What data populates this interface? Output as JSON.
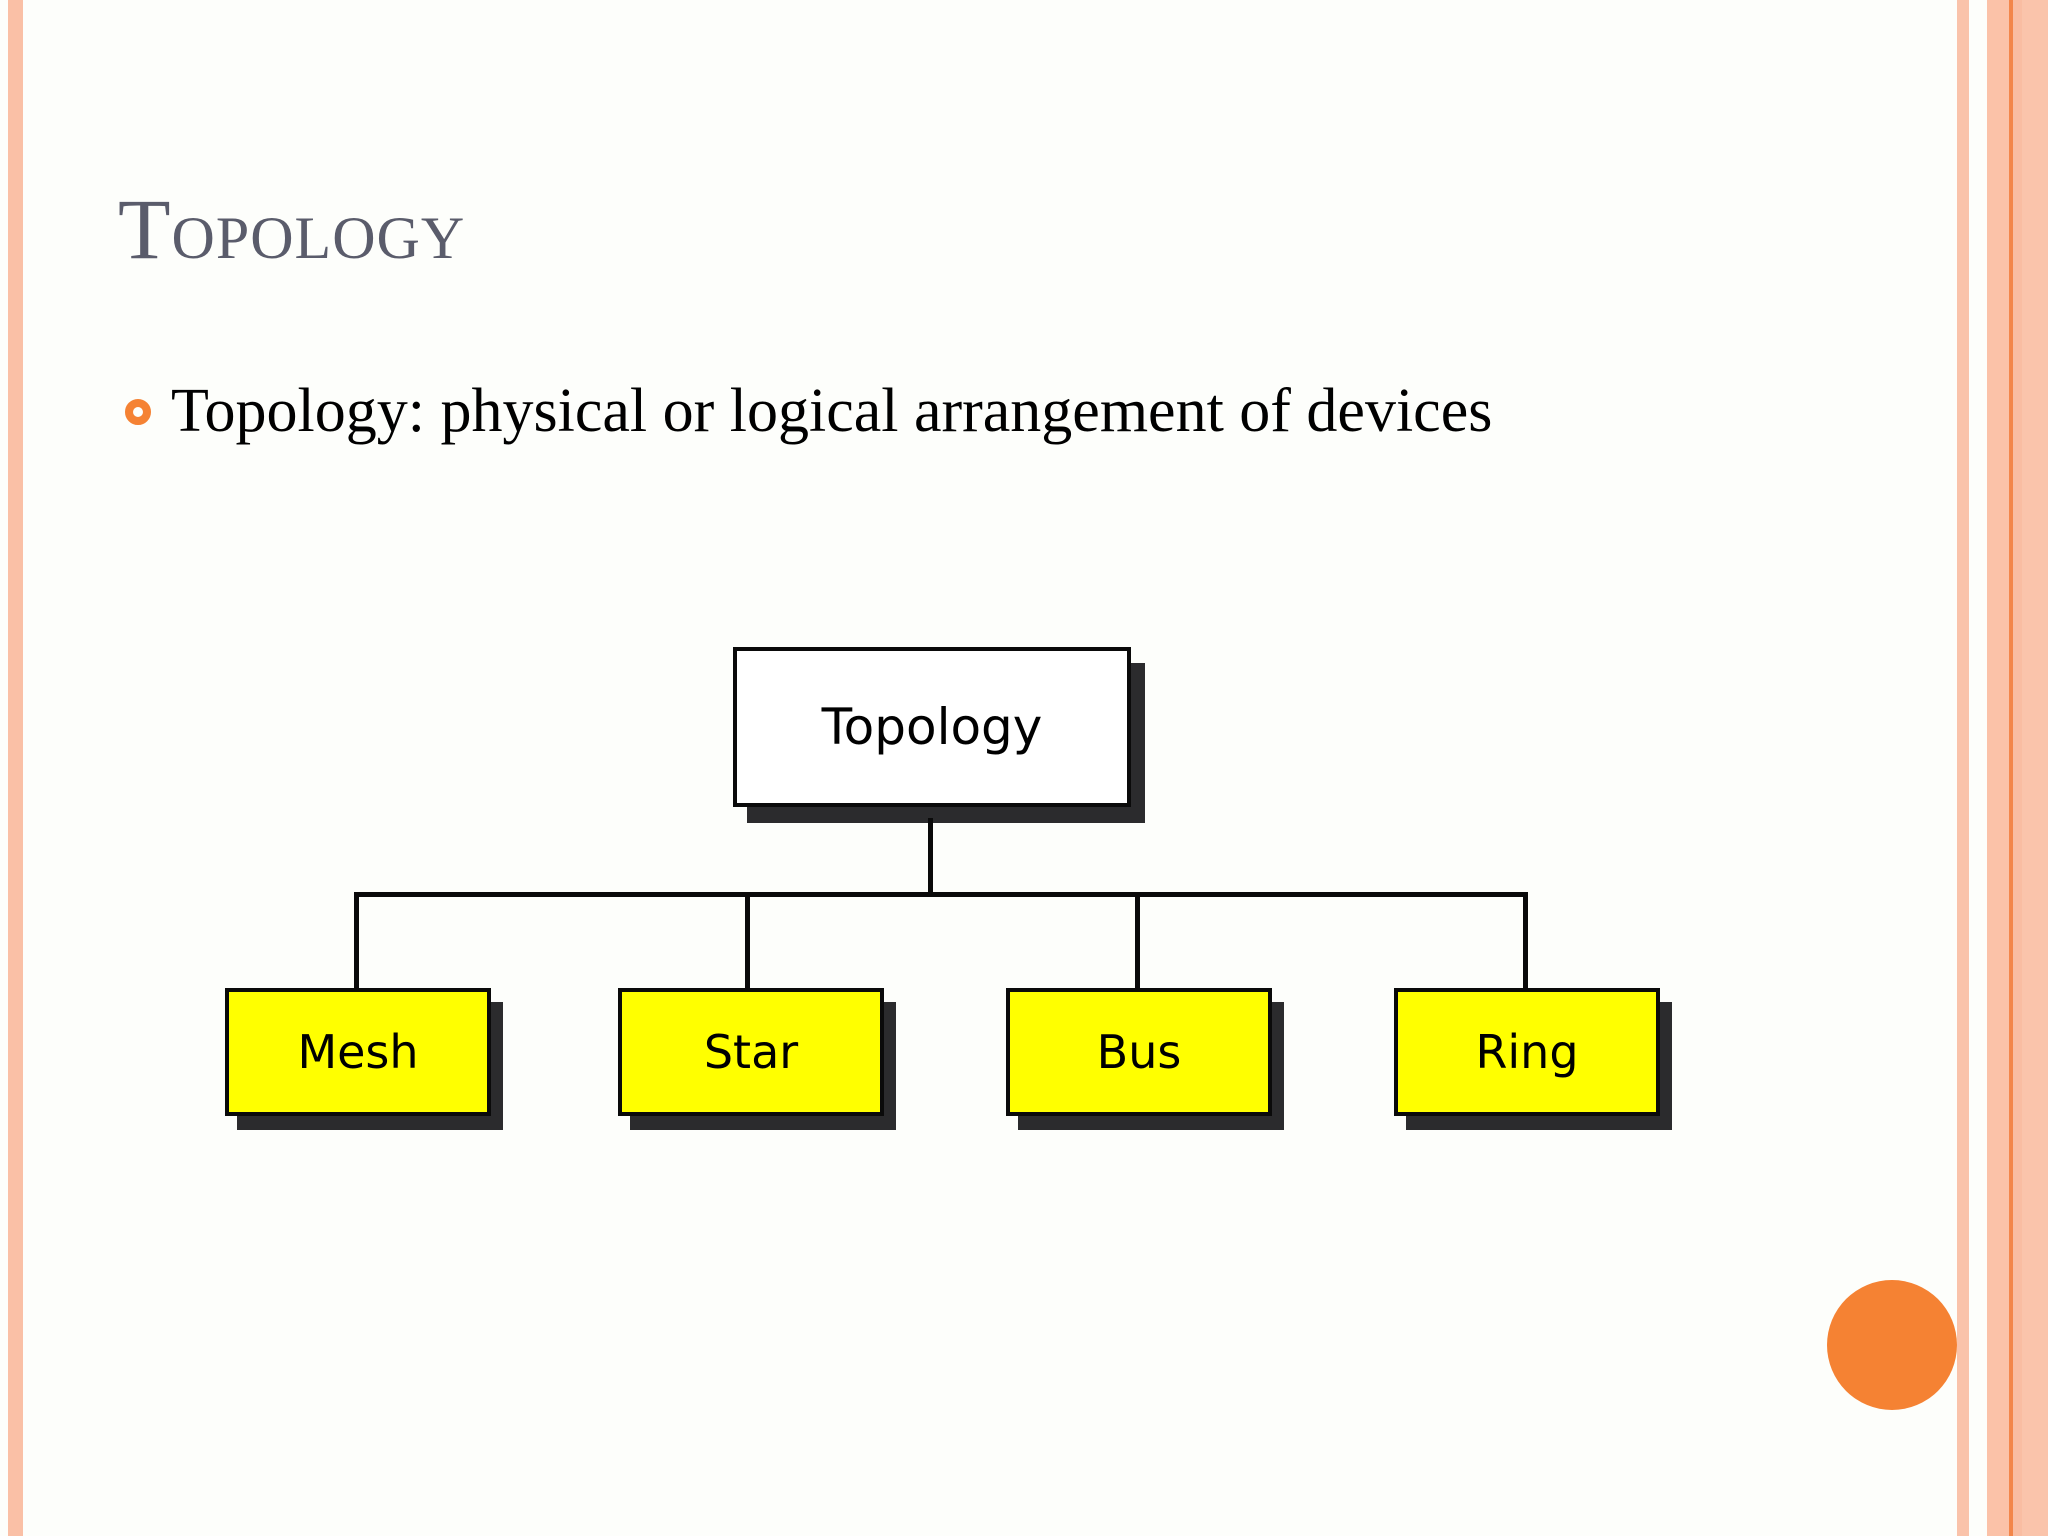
{
  "slide": {
    "title": "Topology",
    "background_color": "#fdfefb",
    "title_color": "#5a5c6b",
    "accent_color": "#f58233",
    "border_color": "#fac0a6"
  },
  "body": {
    "bullets": [
      {
        "marker": "hollow-circle",
        "text": "Topology: physical or logical arrangement of devices"
      }
    ]
  },
  "diagram": {
    "type": "tree",
    "root": {
      "label": "Topology",
      "fill": "#ffffff",
      "border": "#0a0a0a",
      "shadow": "#2b2b2d"
    },
    "children": [
      {
        "label": "Mesh",
        "fill": "#ffff00",
        "border": "#0a0a0a",
        "shadow": "#2b2b2d"
      },
      {
        "label": "Star",
        "fill": "#ffff00",
        "border": "#0a0a0a",
        "shadow": "#2b2b2d"
      },
      {
        "label": "Bus",
        "fill": "#ffff00",
        "border": "#0a0a0a",
        "shadow": "#2b2b2d"
      },
      {
        "label": "Ring",
        "fill": "#ffff00",
        "border": "#0a0a0a",
        "shadow": "#2b2b2d"
      }
    ]
  },
  "decor": {
    "corner_dot_color": "#f58233",
    "right_border_line_color": "#f3864a"
  }
}
